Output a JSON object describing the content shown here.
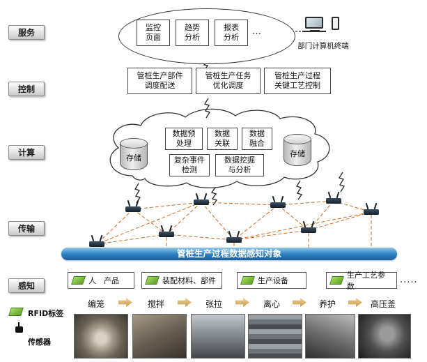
{
  "layers": {
    "service": "服务",
    "control": "控制",
    "compute": "计算",
    "transmission": "传输",
    "perception": "感知"
  },
  "service": {
    "boxes": [
      {
        "label": "监控页面"
      },
      {
        "label": "趋势分析"
      },
      {
        "label": "报表分析"
      }
    ],
    "ellipsis": "…",
    "terminal_label": "部门计算机终端"
  },
  "control": {
    "boxes": [
      {
        "label": "管桩生产部件调度配送"
      },
      {
        "label": "管桩生产任务优化调度"
      },
      {
        "label": "管桩生产过程关键工艺控制"
      }
    ]
  },
  "compute": {
    "storage_left": "存储",
    "storage_right": "存储",
    "boxes": [
      {
        "label": "数据预处理"
      },
      {
        "label": "数据关联"
      },
      {
        "label": "数据融合"
      },
      {
        "label": "复杂事件检测"
      },
      {
        "label": "数据挖掘与分析"
      }
    ]
  },
  "banner": {
    "label": "管桩生产过程数据感知对象"
  },
  "perception": {
    "boxes": [
      {
        "label": "人　产品"
      },
      {
        "label": "装配材料、部件"
      },
      {
        "label": "生产设备"
      },
      {
        "label": "生产工艺参数"
      }
    ],
    "ellipsis": "....."
  },
  "process": {
    "steps": [
      {
        "label": "编笼"
      },
      {
        "label": "搅拌"
      },
      {
        "label": "张拉"
      },
      {
        "label": "离心"
      },
      {
        "label": "养护"
      },
      {
        "label": "高压釜"
      }
    ]
  },
  "legend": {
    "rfid": "RFID标签",
    "sensor": "传感器"
  },
  "colors": {
    "banner_blue": "#2a7fc1",
    "mesh_orange": "#d2691e",
    "rfid_green": "#6ab02e"
  }
}
